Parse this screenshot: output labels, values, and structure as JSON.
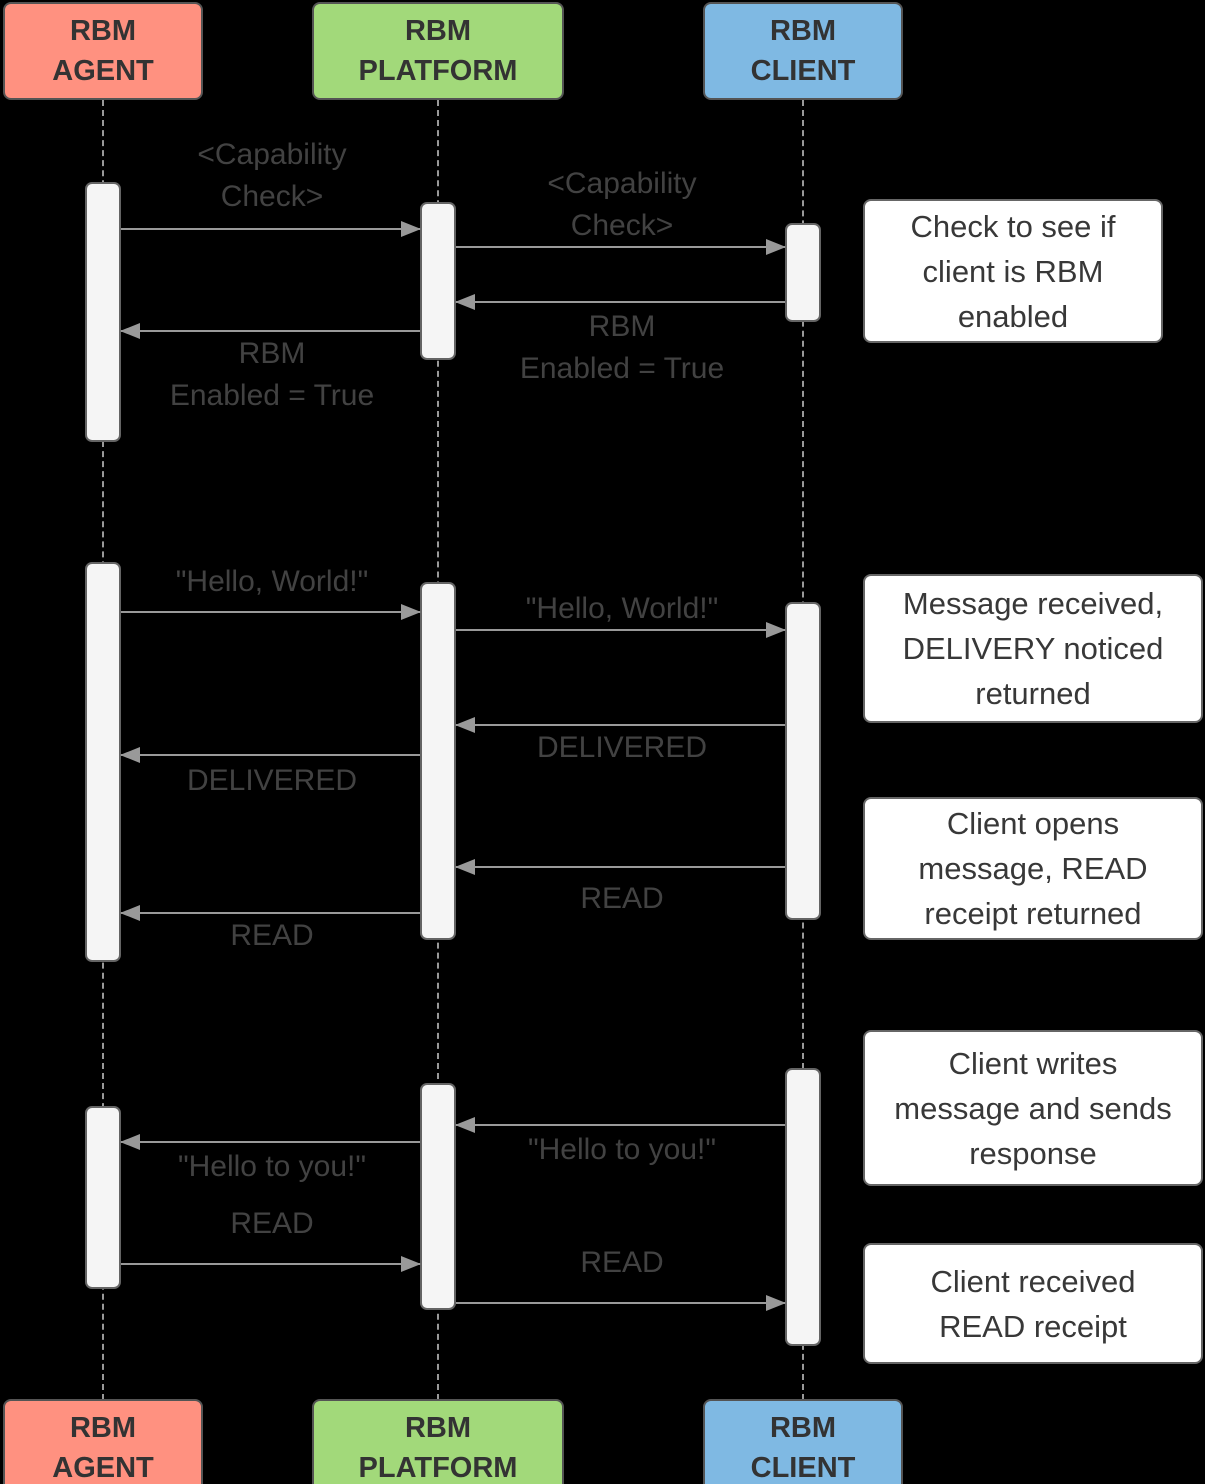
{
  "diagram": {
    "title": "RBM message sequence diagram",
    "colors": {
      "agent_fill": "#FF9180",
      "platform_fill": "#A2D97A",
      "client_fill": "#7FB9E3",
      "bar_fill": "#F5F5F5",
      "note_fill": "#FFFFFF",
      "line_gray": "#999999",
      "text_dark": "#333333"
    },
    "actors": {
      "agent": {
        "label": "RBM\nAGENT"
      },
      "platform": {
        "label": "RBM\nPLATFORM"
      },
      "client": {
        "label": "RBM\nCLIENT"
      }
    },
    "messages": {
      "capability_check_agent_platform": "<Capability\nCheck>",
      "capability_check_platform_client": "<Capability\nCheck>",
      "rbm_enabled_client_platform": "RBM\nEnabled = True",
      "rbm_enabled_platform_agent": "RBM\nEnabled = True",
      "hello_world_agent_platform": "\"Hello, World!\"",
      "hello_world_platform_client": "\"Hello, World!\"",
      "delivered_client_platform": "DELIVERED",
      "delivered_platform_agent": "DELIVERED",
      "read_client_platform": "READ",
      "read_platform_agent": "READ",
      "hello_to_you_client_platform": "\"Hello to you!\"",
      "hello_to_you_platform_agent": "\"Hello to you!\"",
      "read_agent_platform": "READ",
      "read_platform_client": "READ"
    },
    "notes": {
      "note1": "Check to see if\nclient is RBM\nenabled",
      "note2": "Message received,\nDELIVERY noticed\nreturned",
      "note3": "Client opens\nmessage, READ\nreceipt returned",
      "note4": "Client writes\nmessage and sends\nresponse",
      "note5": "Client received\nREAD receipt"
    }
  }
}
